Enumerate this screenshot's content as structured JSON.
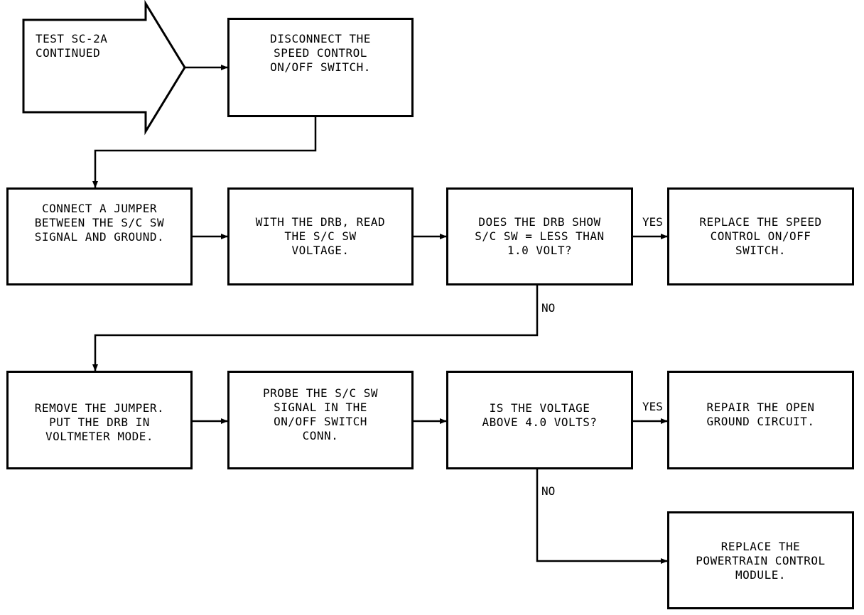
{
  "start": {
    "text": "TEST SC-2A\nCONTINUED"
  },
  "boxes": {
    "disconnect": "DISCONNECT THE\nSPEED CONTROL\nON/OFF SWITCH.",
    "connect_jumper": "CONNECT A JUMPER\nBETWEEN THE S/C SW\nSIGNAL AND GROUND.",
    "read_voltage": "WITH THE DRB, READ\nTHE S/C SW\nVOLTAGE.",
    "decision_1": "DOES THE DRB SHOW\nS/C SW = LESS THAN\n1.0 VOLT?",
    "replace_switch": "REPLACE THE SPEED\nCONTROL ON/OFF\nSWITCH.",
    "remove_jumper": "REMOVE THE JUMPER.\nPUT THE DRB IN\nVOLTMETER MODE.",
    "probe_signal": "PROBE THE S/C SW\nSIGNAL IN THE\nON/OFF SWITCH\nCONN.",
    "decision_2": "IS THE VOLTAGE\nABOVE 4.0 VOLTS?",
    "repair_ground": "REPAIR THE OPEN\nGROUND CIRCUIT.",
    "replace_pcm": "REPLACE THE\nPOWERTRAIN CONTROL\nMODULE."
  },
  "labels": {
    "yes_1": "YES",
    "no_1": "NO",
    "yes_2": "YES",
    "no_2": "NO"
  }
}
